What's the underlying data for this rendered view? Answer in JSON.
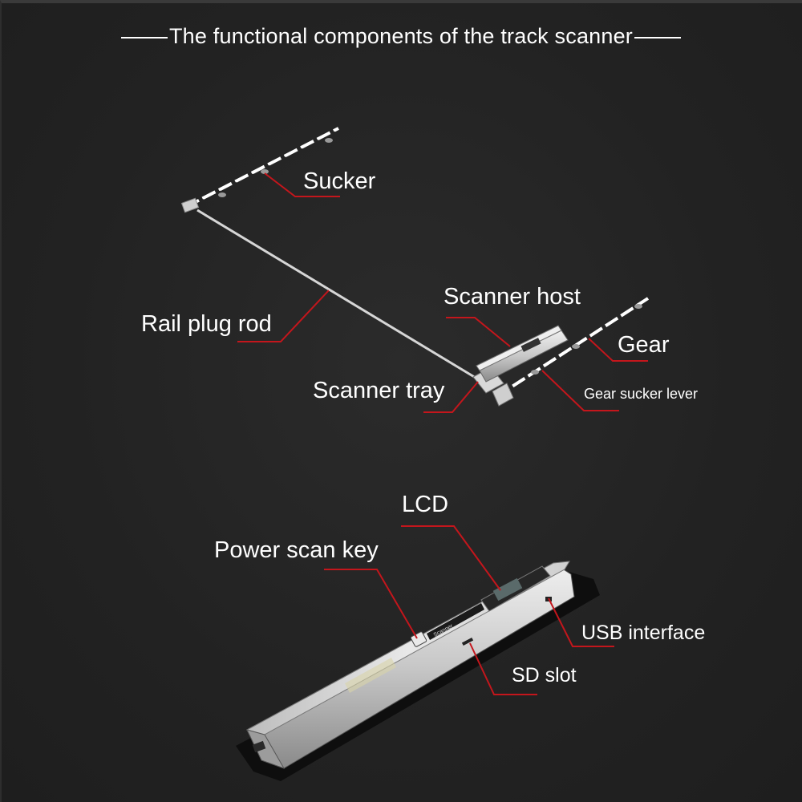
{
  "title": "The functional components of the track scanner",
  "labels": {
    "sucker": "Sucker",
    "scanner_host": "Scanner host",
    "rail_plug_rod": "Rail plug rod",
    "gear": "Gear",
    "scanner_tray": "Scanner tray",
    "gear_sucker_lever": "Gear sucker lever",
    "lcd": "LCD",
    "power_scan_key": "Power scan key",
    "usb_interface": "USB interface",
    "sd_slot": "SD slot"
  },
  "device_text": {
    "brand": "Scanner"
  },
  "colors": {
    "background": "#242424",
    "text": "#ffffff",
    "leader_line": "#c4161c",
    "rod": "#d8d8d8",
    "scanner_body": "#c9c9c9"
  }
}
